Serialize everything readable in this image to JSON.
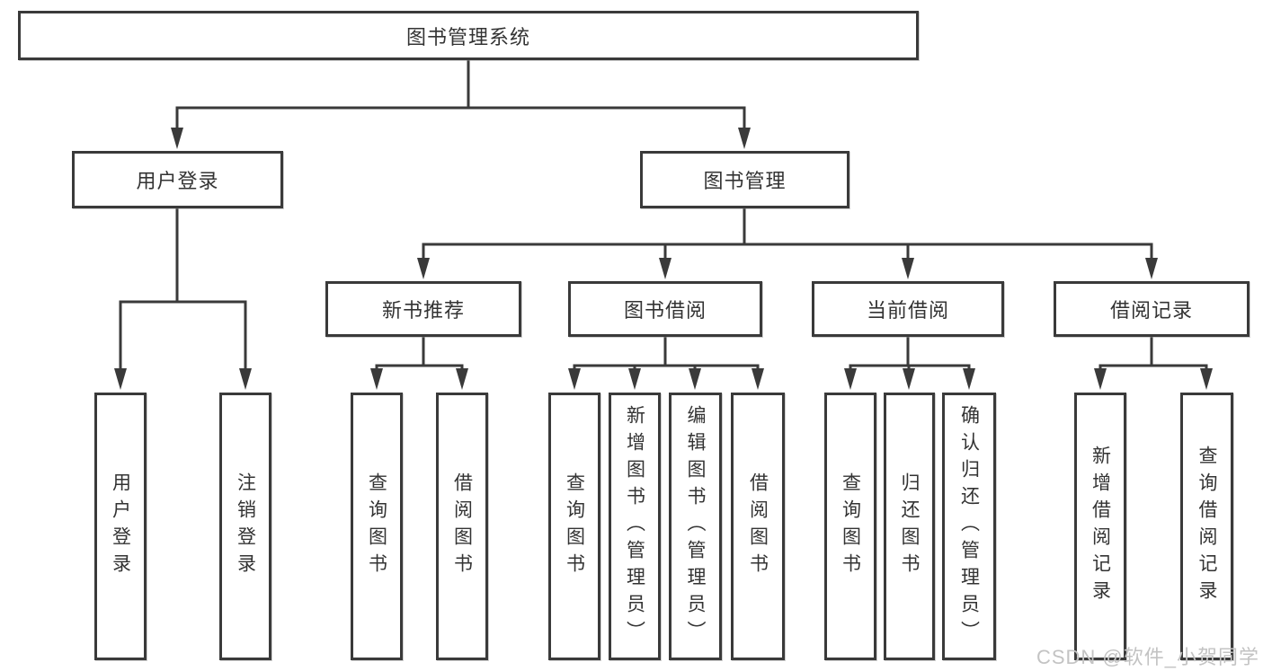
{
  "diagram": {
    "root": {
      "label": "图书管理系统"
    },
    "level2": [
      {
        "label": "用户登录",
        "leaves": [
          {
            "label": "用户登录"
          },
          {
            "label": "注销登录"
          }
        ]
      },
      {
        "label": "图书管理",
        "groups": [
          {
            "label": "新书推荐",
            "leaves": [
              {
                "label": "查询图书"
              },
              {
                "label": "借阅图书"
              }
            ]
          },
          {
            "label": "图书借阅",
            "leaves": [
              {
                "label": "查询图书"
              },
              {
                "label": "新增图书（管理员）"
              },
              {
                "label": "编辑图书（管理员）"
              },
              {
                "label": "借阅图书"
              }
            ]
          },
          {
            "label": "当前借阅",
            "leaves": [
              {
                "label": "查询图书"
              },
              {
                "label": "归还图书"
              },
              {
                "label": "确认归还（管理员）"
              }
            ]
          },
          {
            "label": "借阅记录",
            "leaves": [
              {
                "label": "新增借阅记录"
              },
              {
                "label": "查询借阅记录"
              }
            ]
          }
        ]
      }
    ]
  },
  "watermark": {
    "text": "CSDN @软件_小贺同学"
  },
  "colors": {
    "line": "#3a3a3a",
    "text": "#333333",
    "watermark": "#c3c3c3",
    "background": "#ffffff"
  }
}
